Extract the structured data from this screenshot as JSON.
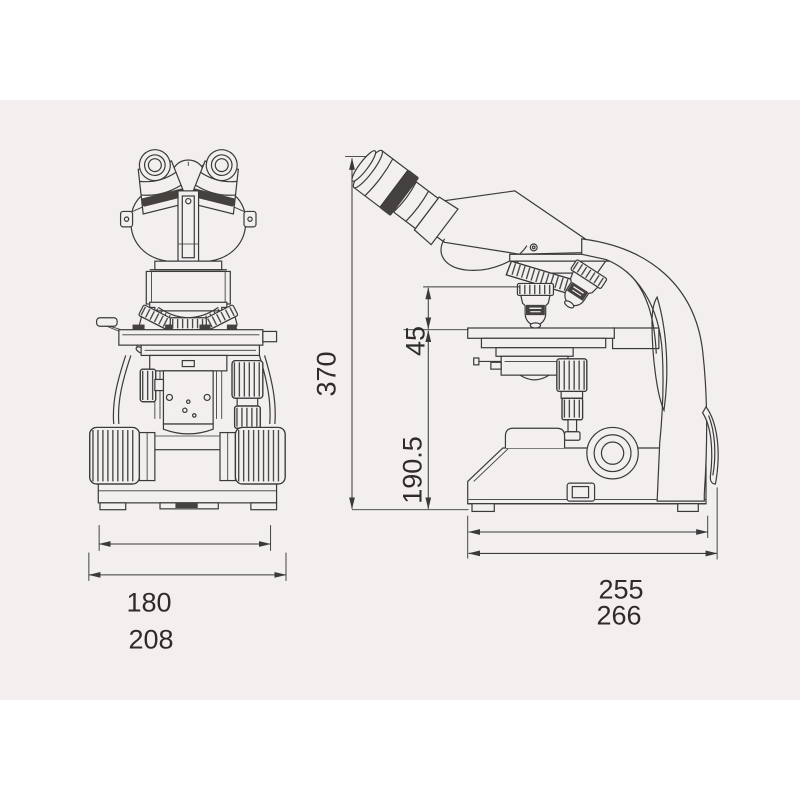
{
  "drawing": {
    "type": "technical-dimension-drawing",
    "subject": "binocular-microscope",
    "background_color": "#f2efee",
    "line_color": "#3a3a3a",
    "views": {
      "front_view": "front-view",
      "side_view": "side-view"
    }
  },
  "dimensions": {
    "front_view": {
      "base_width": "180",
      "overall_width": "208"
    },
    "side_view": {
      "overall_height": "370",
      "nosepiece_to_stage": "45",
      "stage_to_base_height": "190.5",
      "base_depth": "255",
      "overall_depth": "266"
    }
  }
}
